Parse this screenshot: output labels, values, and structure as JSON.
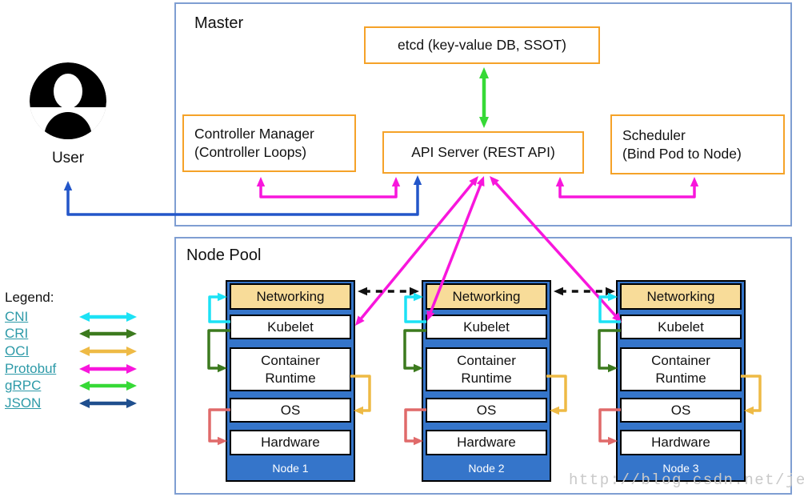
{
  "master": {
    "title": "Master",
    "etcd": "etcd (key-value DB, SSOT)",
    "api_server": "API Server (REST API)",
    "controller_manager": {
      "line1": "Controller Manager",
      "line2": "(Controller Loops)"
    },
    "scheduler": {
      "line1": "Scheduler",
      "line2": "(Bind Pod to Node)"
    }
  },
  "user": {
    "label": "User",
    "icon": "user-avatar-icon"
  },
  "node_pool": {
    "title": "Node Pool",
    "layers": [
      "Networking",
      "Kubelet",
      "Container Runtime",
      "OS",
      "Hardware"
    ],
    "node_labels": [
      "Node 1",
      "Node 2",
      "Node 3"
    ]
  },
  "legend": {
    "title": "Legend:",
    "items": [
      {
        "label": "CNI",
        "color_key": "cni"
      },
      {
        "label": "CRI",
        "color_key": "cri"
      },
      {
        "label": "OCI",
        "color_key": "oci"
      },
      {
        "label": "Protobuf",
        "color_key": "protobuf"
      },
      {
        "label": "gRPC",
        "color_key": "grpc"
      },
      {
        "label": "JSON",
        "color_key": "json"
      }
    ]
  },
  "watermark": "http://blog.csdn.net/jettery",
  "colors": {
    "section_border": "#7f9ed2",
    "box_border_orange": "#f5a228",
    "node_blue": "#3575ca",
    "networking_bg": "#f8dc99",
    "cni": "#1ce2f5",
    "cri": "#3c7a1e",
    "oci": "#eeba45",
    "protobuf": "#f816dc",
    "grpc": "#36d936",
    "json": "#1f4f8e",
    "user_line": "#2356c9",
    "hw_link": "#e06a6a",
    "inter_node": "#111111",
    "link_text": "#2d9aa8",
    "watermark": "#c9c9c9"
  }
}
